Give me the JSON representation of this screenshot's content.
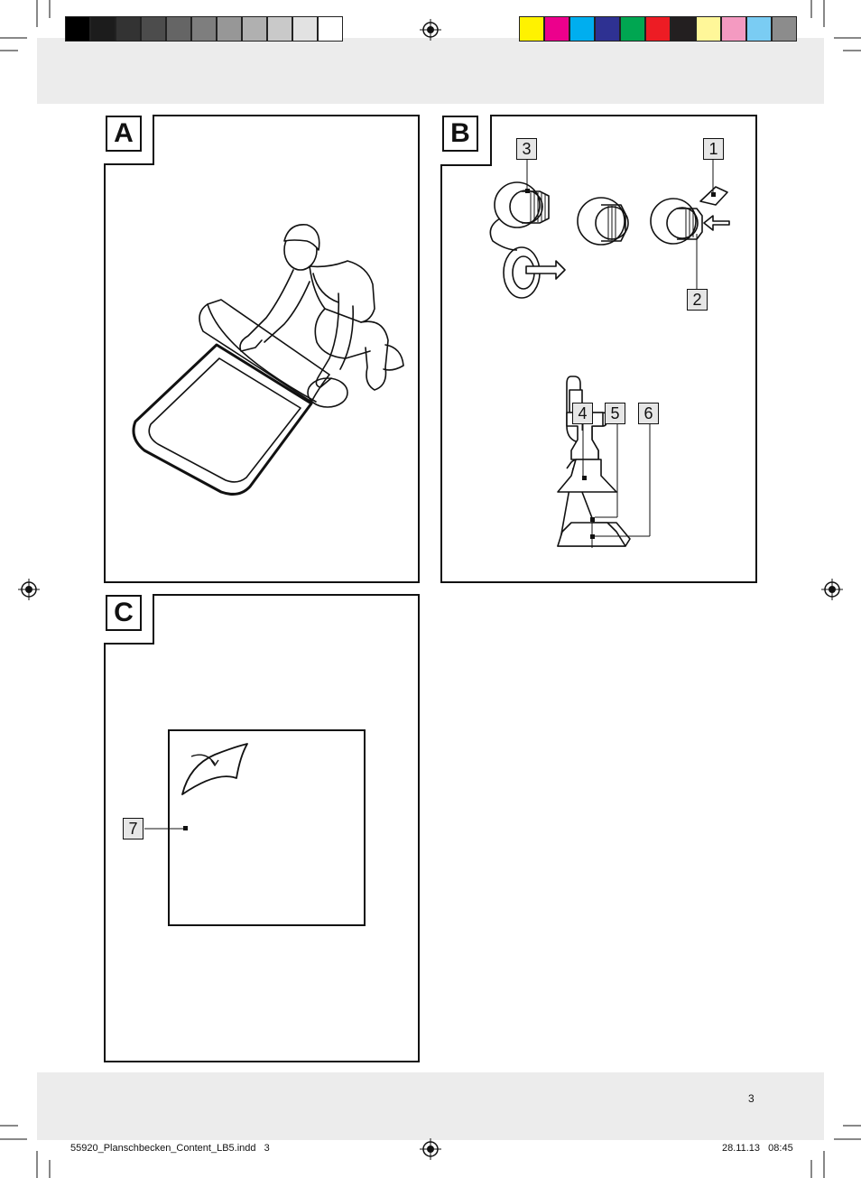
{
  "colors": {
    "grays": [
      "#000000",
      "#1c1c1c",
      "#333333",
      "#4c4c4c",
      "#656565",
      "#7e7e7e",
      "#979797",
      "#b0b0b0",
      "#c9c9c9",
      "#e2e2e2",
      "#ffffff"
    ],
    "process": [
      "#fff200",
      "#ec008c",
      "#00aeef",
      "#2e3192",
      "#00a651",
      "#ed1c24",
      "#231f20",
      "#fff799",
      "#f49ac1",
      "#7accf3",
      "#8c8c8c"
    ]
  },
  "panels": {
    "a": {
      "label": "A"
    },
    "b": {
      "label": "B",
      "callouts": [
        "3",
        "1",
        "2",
        "4",
        "5",
        "6"
      ]
    },
    "c": {
      "label": "C",
      "callouts": [
        "7"
      ]
    }
  },
  "footer": {
    "page_number": "3",
    "file_info": "55920_Planschbecken_Content_LB5.indd   3",
    "date_time": "28.11.13   08:45"
  }
}
